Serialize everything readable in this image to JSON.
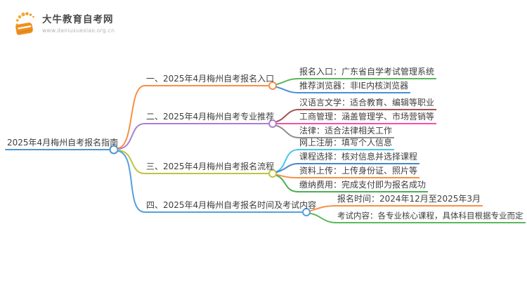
{
  "logo": {
    "title": "大牛教育自考网",
    "url": "www.daniuxuexiao.org.cn",
    "icon": "book-icon",
    "accent": "#ef8f1f"
  },
  "mindmap": {
    "root": {
      "label": "2025年4月梅州自考报名指南",
      "color": "#4b96d1"
    },
    "branches": [
      {
        "label": "一、2025年4月梅州自考报名入口",
        "color": "#f79045",
        "children": [
          {
            "label": "报名入口：广东省自学考试管理系统",
            "color": "#5cb85c"
          },
          {
            "label": "推荐浏览器：非IE内核浏览器",
            "color": "#4a90d5"
          }
        ]
      },
      {
        "label": "二、2025年4月梅州自考专业推荐",
        "color": "#a97fd1",
        "children": [
          {
            "label": "汉语言文学：适合教育、编辑等职业",
            "color": "#a35353"
          },
          {
            "label": "工商管理：涵盖管理学、市场营销等",
            "color": "#fa4fa5"
          },
          {
            "label": "法律：适合法律相关工作",
            "color": "#8f8f8f"
          }
        ]
      },
      {
        "label": "三、2025年4月梅州自考报名流程",
        "color": "#bec43c",
        "children": [
          {
            "label": "网上注册：填写个人信息",
            "color": "#48c7e8"
          },
          {
            "label": "课程选择：核对信息并选择课程",
            "color": "#4a86c8"
          },
          {
            "label": "资料上传：上传身份证、照片等",
            "color": "#f79045"
          },
          {
            "label": "缴纳费用：完成支付即为报名成功",
            "color": "#4cae54"
          }
        ]
      },
      {
        "label": "四、2025年4月梅州自考报名时间及考试内容",
        "color": "#55a0e0",
        "children": [
          {
            "label": "报名时间：2024年12月至2025年3月",
            "color": "#f79045"
          },
          {
            "label": "考试内容：各专业核心课程，具体科目根据专业而定",
            "color": "#5cb85c"
          }
        ]
      }
    ]
  }
}
